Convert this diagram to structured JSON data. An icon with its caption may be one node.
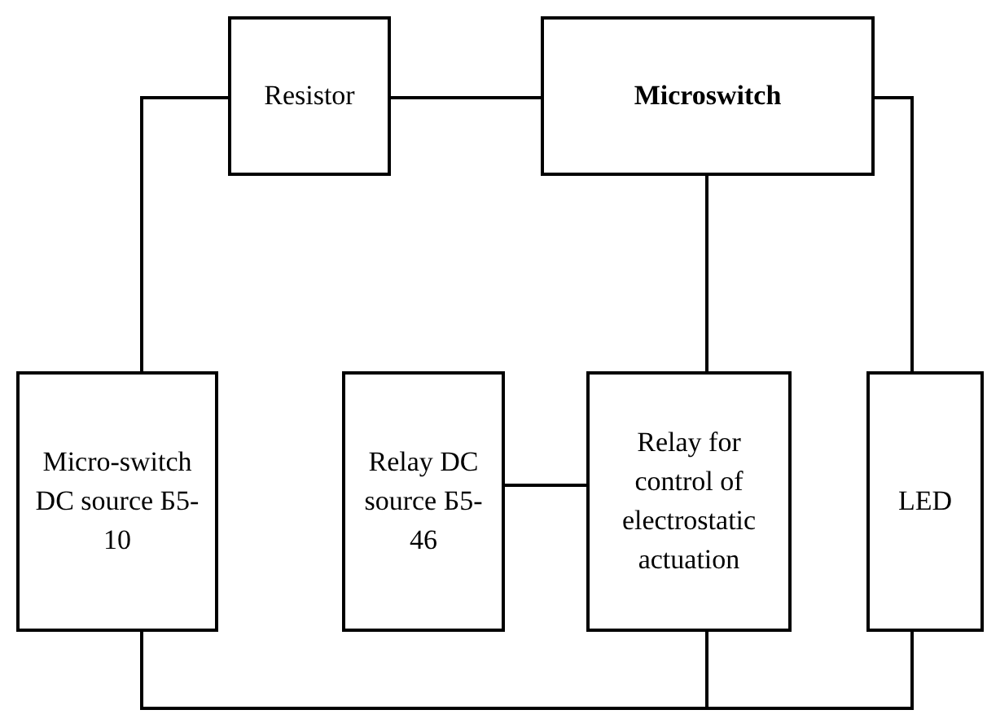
{
  "diagram": {
    "nodes": [
      {
        "text": [
          "Resistor"
        ]
      },
      {
        "text": [
          "Microswitch"
        ]
      },
      {
        "text": [
          "Micro-switch DC source Б5-10"
        ]
      },
      {
        "text": [
          "Relay DC source Б5-46"
        ]
      },
      {
        "text": [
          "Relay for control of electrostatic actuation"
        ]
      },
      {
        "text": [
          "LED"
        ]
      }
    ],
    "edges": [
      {
        "from": 0,
        "to": 2,
        "arrow": "none"
      },
      {
        "from": 0,
        "to": 1,
        "arrow": "none"
      },
      {
        "from": 1,
        "to": 4,
        "arrow": "none"
      },
      {
        "from": 1,
        "to": 5,
        "arrow": "none"
      },
      {
        "from": 3,
        "to": 4,
        "arrow": "none"
      },
      {
        "from": 2,
        "to": 4,
        "arrow": "none"
      },
      {
        "from": 4,
        "to": 5,
        "arrow": "none"
      }
    ]
  }
}
